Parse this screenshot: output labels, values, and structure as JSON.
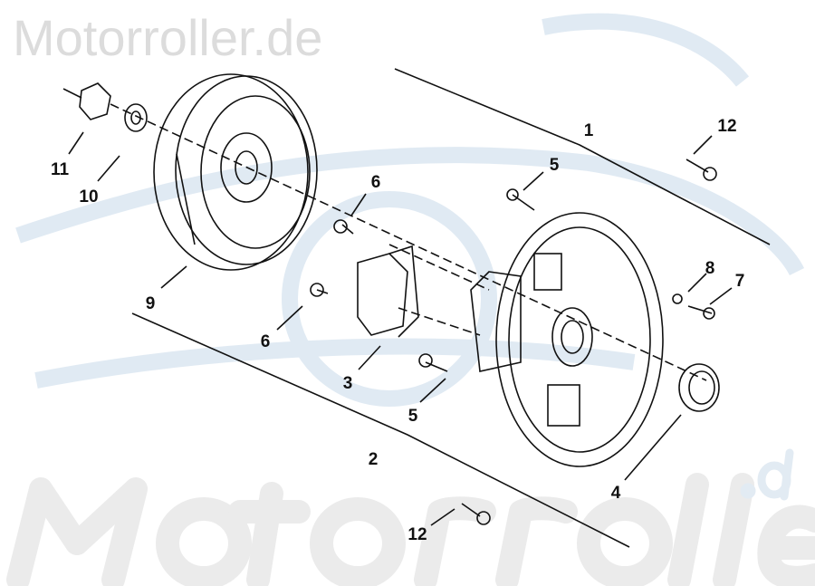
{
  "watermark": {
    "top_text": "Motorroller.de",
    "bottom_text": "Motorroller",
    "suffix_text": ".de"
  },
  "colors": {
    "line": "#111111",
    "watermark_gray": "#dcdcdc",
    "watermark_blue": "#dde8f2"
  },
  "labels": {
    "l1": "1",
    "l2": "2",
    "l3": "3",
    "l4": "4",
    "l5a": "5",
    "l5b": "5",
    "l6a": "6",
    "l6b": "6",
    "l7": "7",
    "l8": "8",
    "l9": "9",
    "l10": "10",
    "l11": "11",
    "l12a": "12",
    "l12b": "12"
  }
}
